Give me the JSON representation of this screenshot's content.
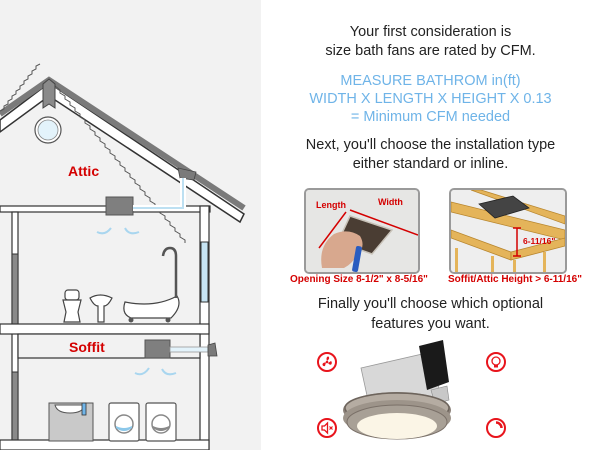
{
  "diagram": {
    "labels": {
      "attic": "Attic",
      "soffit": "Soffit"
    },
    "colors": {
      "background": "#f2f2f2",
      "wall": "#333333",
      "roof": "#7a7a7a",
      "fan": "#7a7a7a",
      "airflow": "#bde0f2",
      "label": "#d40000"
    }
  },
  "content": {
    "intro_line1": "Your first consideration is",
    "intro_line2": "size bath fans are rated by CFM.",
    "formula_line1": "MEASURE BATHROM in(ft)",
    "formula_line2": "WIDTH X LENGTH X HEIGHT X 0.13",
    "formula_line3": "= Minimum CFM needed",
    "install_line1": "Next, you'll choose the installation type",
    "install_line2": "either standard or inline.",
    "features_line1": "Finally you'll choose which optional",
    "features_line2": "features you want."
  },
  "photos": {
    "standard": {
      "length_label": "Length",
      "width_label": "Width",
      "caption": "Opening Size 8-1/2\" x 8-5/16\""
    },
    "inline": {
      "height_label": "6-11/16\"",
      "caption": "Soffit/Attic Height >  6-11/16\""
    }
  },
  "features": [
    {
      "icon": "fan-icon"
    },
    {
      "icon": "light-bulb-icon"
    },
    {
      "icon": "quiet-speaker-icon"
    },
    {
      "icon": "dimmer-icon"
    }
  ],
  "colors": {
    "accent_blue": "#6fb4e8",
    "accent_red": "#d40000",
    "feature_red": "#e8141c"
  }
}
